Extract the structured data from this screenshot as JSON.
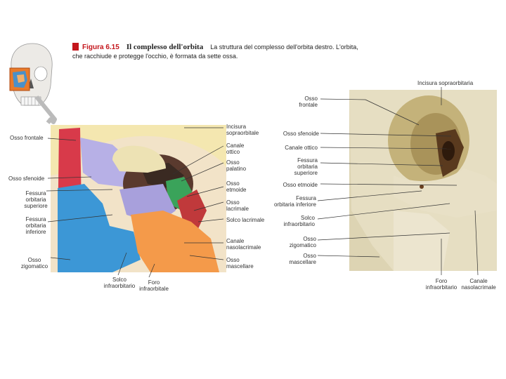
{
  "caption": {
    "figure_number": "Figura 6.15",
    "title": "Il complesso dell'orbita",
    "text": "La struttura del complesso dell'orbita destro. L'orbita, che racchiude e protegge l'occhio, è formata da sette ossa."
  },
  "left_labels": {
    "osso_frontale": "Osso frontale",
    "osso_sfenoide": "Osso sfenoide",
    "fessura_superiore": "Fessura\norbitaria\nsuperiore",
    "fessura_inferiore": "Fessura\norbitaria\ninferiore",
    "osso_zigomatico": "Osso\nzigomatico",
    "solco_infraorbitario": "Solco\ninfraorbitario",
    "foro_infraorbitale": "Foro\ninfraorbitale",
    "incisura_sopraorbitale": "Incisura\nsopraorbitale",
    "canale_ottico": "Canale\nottico",
    "osso_palatino": "Osso\npalatino",
    "osso_etmoide": "Osso\netmoide",
    "osso_lacrimale": "Osso\nlacrimale",
    "solco_lacrimale": "Solco lacrimale",
    "canale_nasolacrimale": "Canale\nnasolacrimale",
    "osso_mascellare": "Osso\nmascellare"
  },
  "right_labels": {
    "incisura_sopraorbitaria": "Incisura sopraorbitaria",
    "osso_frontale": "Osso\nfrontale",
    "osso_sfenoide": "Osso sfenoide",
    "canale_ottico": "Canale ottico",
    "fessura_superiore": "Fessura\norbitaria\nsuperiore",
    "osso_etmoide": "Osso etmoide",
    "fessura_inferiore": "Fessura\norbitaria inferiore",
    "solco_infraorbitario": "Solco\ninfraorbitario",
    "osso_zigomatico": "Osso\nzigomatico",
    "osso_mascellare": "Osso\nmascellare",
    "foro_infraorbitario": "Foro\ninfraorbitario",
    "canale_nasolacrimale": "Canale\nnasolacrimale"
  }
}
